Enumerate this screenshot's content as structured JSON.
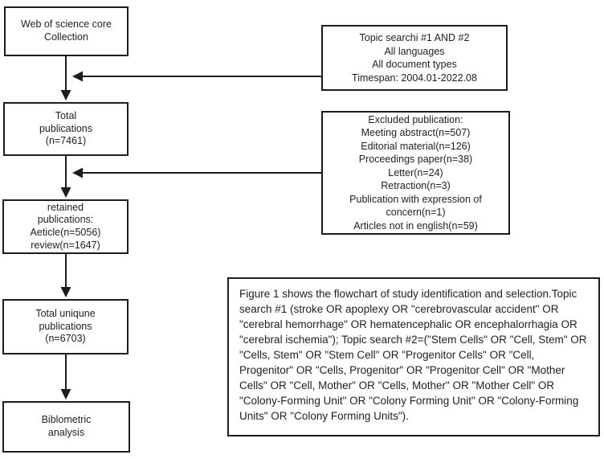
{
  "figure": {
    "nodes": {
      "source": "Web of science core\nCollection",
      "total_publications": "Total\npublications\n(n=7461)",
      "retained_publications": "retained\npublications:\nAeticle(n=5056)\nreview(n=1647)",
      "unique_publications": "Total uniqune\npublications\n(n=6703)",
      "analysis": "Biblometric\nanalysis"
    },
    "annotations": {
      "search_criteria": "Topic searchi #1 AND #2\nAll languages\nAll document types\nTimespan: 2004.01-2022.08",
      "excluded": "Excluded publication:\nMeeting abstract(n=507)\nEditorial material(n=126)\nProceedings paper(n=38)\nLetter(n=24)\nRetraction(n=3)\nPublication with expression of concern(n=1)\nArticles not in english(n=59)"
    },
    "caption": "Figure 1 shows the flowchart of study identification and selection.Topic search #1  (stroke OR apoplexy OR \"cerebrovascular accident\" OR \"cerebral hemorrhage\" OR hematencephalic OR encephalorrhagia OR \"cerebral ischemia\");  Topic search #2=(\"Stem Cells\" OR \"Cell, Stem\" OR \"Cells, Stem\" OR \"Stem Cell\" OR \"Progenitor Cells\" OR \"Cell, Progenitor\" OR \"Cells, Progenitor\" OR \"Progenitor Cell\" OR \"Mother Cells\" OR \"Cell, Mother\" OR \"Cells, Mother\" OR \"Mother Cell\" OR \"Colony-Forming Unit\" OR \"Colony Forming Unit\" OR \"Colony-Forming Units\" OR \"Colony Forming Units\").",
    "colors": {
      "line": "#1c1c1c",
      "background": "#ffffff"
    }
  }
}
